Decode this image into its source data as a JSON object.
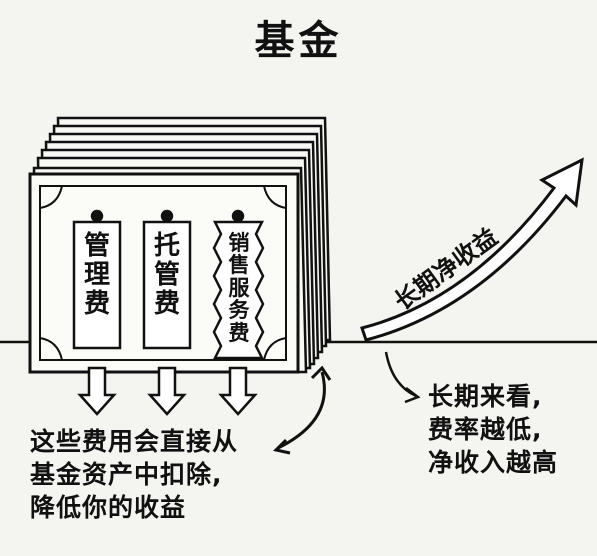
{
  "title": "基金",
  "fees": [
    {
      "label": "管理费",
      "icon": "pin-icon"
    },
    {
      "label": "托管费",
      "icon": "pin-icon"
    },
    {
      "label": "销售服务费",
      "icon": "pin-icon"
    }
  ],
  "curve_label": "长期净收益",
  "left_caption": [
    "这些费用会直接从",
    "基金资产中扣除,",
    "降低你的收益"
  ],
  "right_caption": [
    "长期来看,",
    "费率越低,",
    "净收入越高"
  ]
}
